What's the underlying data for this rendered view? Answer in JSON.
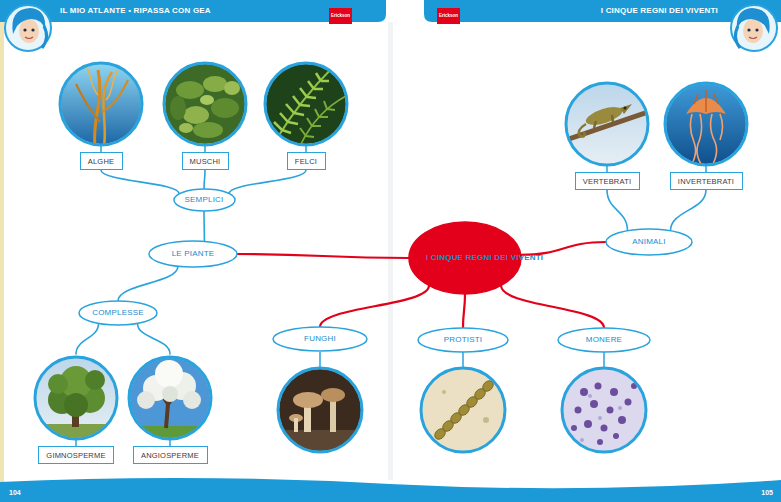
{
  "diagram": {
    "nodes": [
      {
        "text": [
          "I CINQUE REGNI DEI VIVENTI"
        ]
      },
      {
        "text": [
          "LE PIANTE"
        ]
      },
      {
        "text": [
          "SEMPLICI"
        ]
      },
      {
        "text": [
          "ALGHE"
        ]
      },
      {
        "text": [
          "MUSCHI"
        ]
      },
      {
        "text": [
          "FELCI"
        ]
      },
      {
        "text": [
          "COMPLESSE"
        ]
      },
      {
        "text": [
          "GIMNOSPERME"
        ]
      },
      {
        "text": [
          "ANGIOSPERME"
        ]
      },
      {
        "text": [
          "ANIMALI"
        ]
      },
      {
        "text": [
          "VERTEBRATI"
        ]
      },
      {
        "text": [
          "INVERTEBRATI"
        ]
      },
      {
        "text": [
          "FUNGHI"
        ]
      },
      {
        "text": [
          "PROTISTI"
        ]
      },
      {
        "text": [
          "MONERE"
        ]
      }
    ],
    "edges": [
      {
        "from": 0,
        "to": 1,
        "arrow": "none"
      },
      {
        "from": 1,
        "to": 2,
        "arrow": "none"
      },
      {
        "from": 2,
        "to": 3,
        "arrow": "none"
      },
      {
        "from": 2,
        "to": 4,
        "arrow": "none"
      },
      {
        "from": 2,
        "to": 5,
        "arrow": "none"
      },
      {
        "from": 1,
        "to": 6,
        "arrow": "none"
      },
      {
        "from": 6,
        "to": 7,
        "arrow": "none"
      },
      {
        "from": 6,
        "to": 8,
        "arrow": "none"
      },
      {
        "from": 0,
        "to": 9,
        "arrow": "none"
      },
      {
        "from": 9,
        "to": 10,
        "arrow": "none"
      },
      {
        "from": 9,
        "to": 11,
        "arrow": "none"
      },
      {
        "from": 0,
        "to": 12,
        "arrow": "none"
      },
      {
        "from": 0,
        "to": 13,
        "arrow": "none"
      },
      {
        "from": 0,
        "to": 14,
        "arrow": "none"
      }
    ],
    "labels": [
      "IL MIO ATLANTE • RIPASSA CON GEA",
      "Erickson",
      "Erickson",
      "I CINQUE REGNI DEI VIVENTI",
      "104",
      "105"
    ]
  }
}
